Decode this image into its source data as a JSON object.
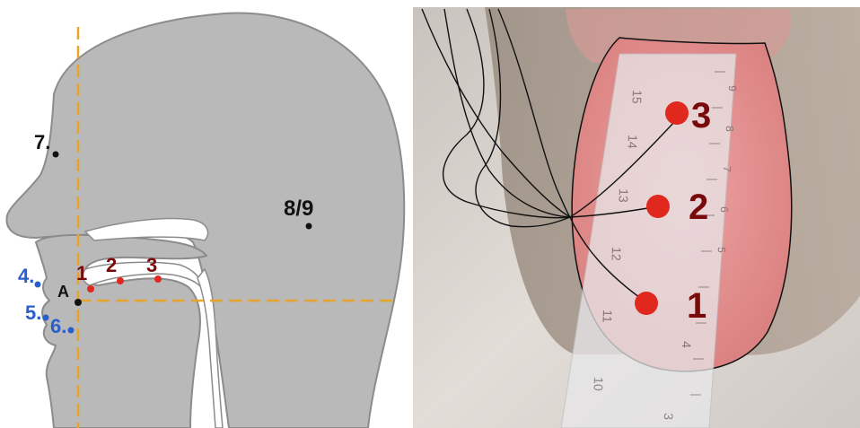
{
  "colors": {
    "head_fill": "#b9b9b9",
    "head_stroke": "#8c8c8c",
    "axis_line": "#e6a52a",
    "sensor_red": "#e0281e",
    "label_dark_red": "#7a0a0a",
    "label_blue": "#2a5fc8",
    "label_black": "#111111",
    "tongue": "#e28f8f",
    "photo_bg": "#d9d2cc"
  },
  "sagittal": {
    "tongue_points": [
      {
        "label": "1",
        "color": "label_dark_red"
      },
      {
        "label": "2",
        "color": "label_dark_red"
      },
      {
        "label": "3",
        "color": "label_dark_red"
      }
    ],
    "lip_points": [
      {
        "label": "4.",
        "color": "label_blue"
      },
      {
        "label": "5.",
        "color": "label_blue"
      },
      {
        "label": "6.",
        "color": "label_blue"
      }
    ],
    "reference_point": "A",
    "nose_point": "7.",
    "head_point": "8/9"
  },
  "photo": {
    "sensor_labels": [
      "3",
      "2",
      "1"
    ],
    "ruler_numbers": [
      "15",
      "14",
      "13",
      "12",
      "11",
      "10",
      "9",
      "8",
      "7",
      "6",
      "5",
      "4",
      "3"
    ]
  }
}
